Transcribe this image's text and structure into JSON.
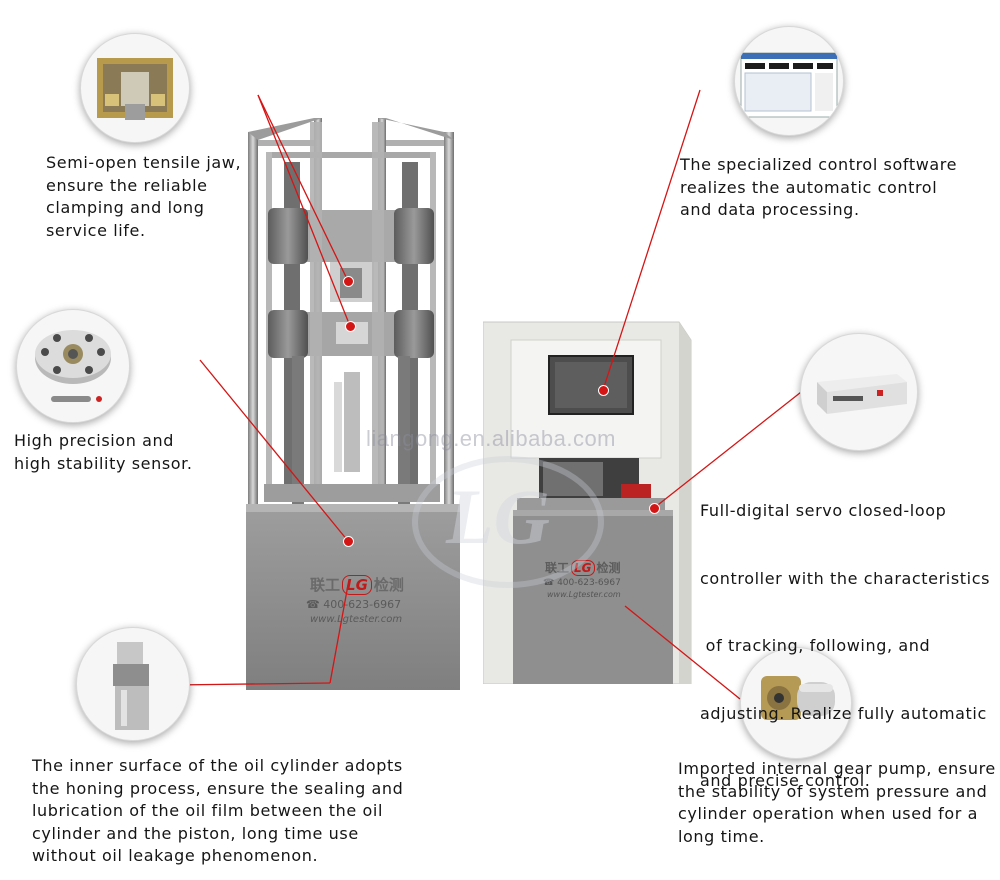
{
  "watermark": {
    "site": "liangong.en.alibaba.com",
    "logo": "LG"
  },
  "machine": {
    "brand_cn": "联工",
    "brand_logo": "LG",
    "brand_cn_suffix": "检测",
    "phone": "400-623-6967",
    "website": "www.Lgtester.com"
  },
  "console": {
    "brand_cn": "联工",
    "brand_logo": "LG",
    "brand_cn_suffix": "检测",
    "phone": "400-623-6967",
    "website": "www.Lgtester.com"
  },
  "callouts": {
    "jaw": [
      "Semi-open tensile jaw,",
      "ensure the reliable",
      "clamping and long",
      "service life."
    ],
    "sensor": [
      "High precision and",
      "high stability sensor."
    ],
    "cylinder": [
      "The inner surface of the oil cylinder adopts",
      "the honing process, ensure the sealing and",
      "lubrication of the oil film between the oil",
      "cylinder and the piston, long time use",
      "without oil leakage phenomenon."
    ],
    "software": [
      "The specialized control software",
      "realizes the automatic control",
      "and data processing."
    ],
    "controller": [
      "Full-digital servo closed-loop",
      "controller with the characteristics",
      " of tracking, following, and",
      "adjusting. Realize fully automatic",
      "and precise control."
    ],
    "pump": [
      "Imported internal gear pump, ensure",
      "the stability of system pressure and",
      "cylinder operation when used for a",
      "long time."
    ]
  },
  "colors": {
    "accent_red": "#d41515",
    "frame_gray": "#9a9a9a",
    "cabinet_gray": "#8c8c8c",
    "console_white": "#e9e9e6"
  }
}
